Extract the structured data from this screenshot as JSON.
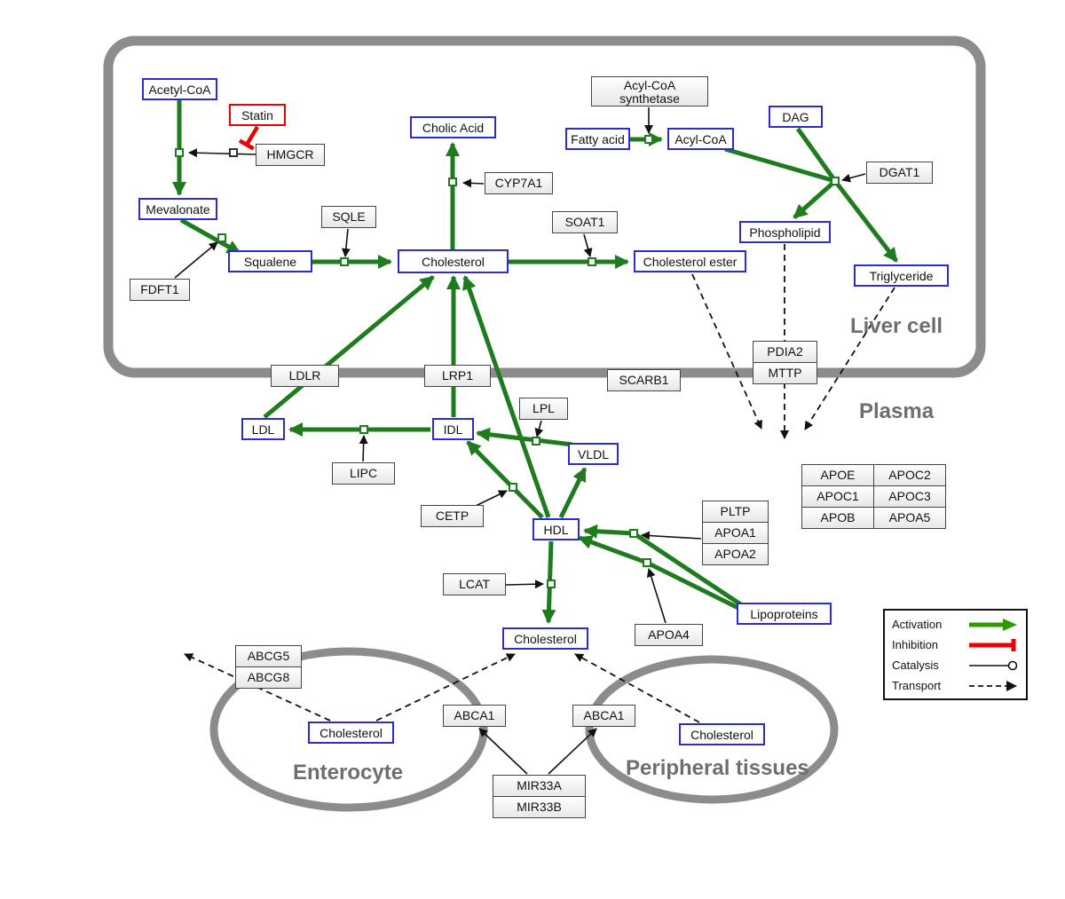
{
  "compartments": {
    "liver": "Liver cell",
    "plasma": "Plasma",
    "enterocyte": "Enterocyte",
    "peripheral": "Peripheral tissues"
  },
  "nodes": {
    "acetyl_coa": "Acetyl-CoA",
    "statin": "Statin",
    "hmgcr": "HMGCR",
    "mevalonate": "Mevalonate",
    "fdft1": "FDFT1",
    "squalene": "Squalene",
    "sqle": "SQLE",
    "cholesterol_liver": "Cholesterol",
    "cholic_acid": "Cholic Acid",
    "cyp7a1": "CYP7A1",
    "soat1": "SOAT1",
    "cholesterol_ester": "Cholesterol ester",
    "acyl_coa_synthetase": "Acyl-CoA\nsynthetase",
    "fatty_acid": "Fatty acid",
    "acyl_coa": "Acyl-CoA",
    "dag": "DAG",
    "dgat1": "DGAT1",
    "phospholipid": "Phospholipid",
    "triglyceride": "Triglyceride",
    "ldlr": "LDLR",
    "lrp1": "LRP1",
    "scarb1": "SCARB1",
    "pdia2": "PDIA2",
    "mttp": "MTTP",
    "ldl": "LDL",
    "idl": "IDL",
    "lipc": "LIPC",
    "lpl": "LPL",
    "vldl": "VLDL",
    "cetp": "CETP",
    "hdl": "HDL",
    "lcat": "LCAT",
    "pltp": "PLTP",
    "apoa1": "APOA1",
    "apoa2": "APOA2",
    "apoa4": "APOA4",
    "lipoproteins": "Lipoproteins",
    "cholesterol_plasma": "Cholesterol",
    "abcg5": "ABCG5",
    "abcg8": "ABCG8",
    "cholesterol_enterocyte": "Cholesterol",
    "abca1_left": "ABCA1",
    "abca1_right": "ABCA1",
    "cholesterol_peripheral": "Cholesterol",
    "mir33a": "MIR33A",
    "mir33b": "MIR33B"
  },
  "apo_table": [
    [
      "APOE",
      "APOC2"
    ],
    [
      "APOC1",
      "APOC3"
    ],
    [
      "APOB",
      "APOA5"
    ]
  ],
  "legend": {
    "activation": "Activation",
    "inhibition": "Inhibition",
    "catalysis": "Catalysis",
    "transport": "Transport"
  },
  "colors": {
    "activation_green": "#1e7b1e",
    "inhibition_red": "#ea0000",
    "metabolite_blue": "#2b2bd0",
    "membrane_gray": "#8c8c8c",
    "label_gray": "#6e6e6e"
  }
}
